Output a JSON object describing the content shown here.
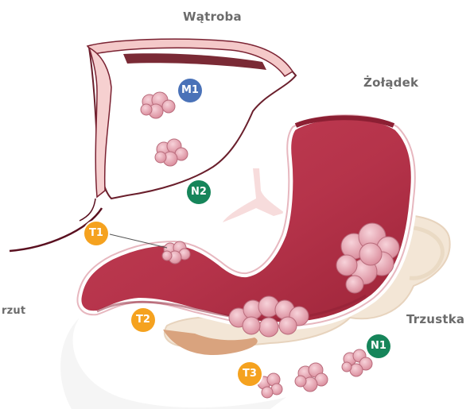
{
  "labels": {
    "liver": "Wątroba",
    "stomach": "Żołądek",
    "pancreas": "Trzustka",
    "cut": "rzut"
  },
  "badges": {
    "m1": "M1",
    "n2": "N2",
    "t1": "T1",
    "t2": "T2",
    "t3": "T3",
    "n1": "N1"
  },
  "colors": {
    "blue": "#4a72b8",
    "green": "#16855a",
    "orange": "#f5a21f",
    "stomach": "#b8374a",
    "tissue": "#f6d3d3",
    "pancreas": "#f2e5d2",
    "tumor": "#e9aab6"
  }
}
